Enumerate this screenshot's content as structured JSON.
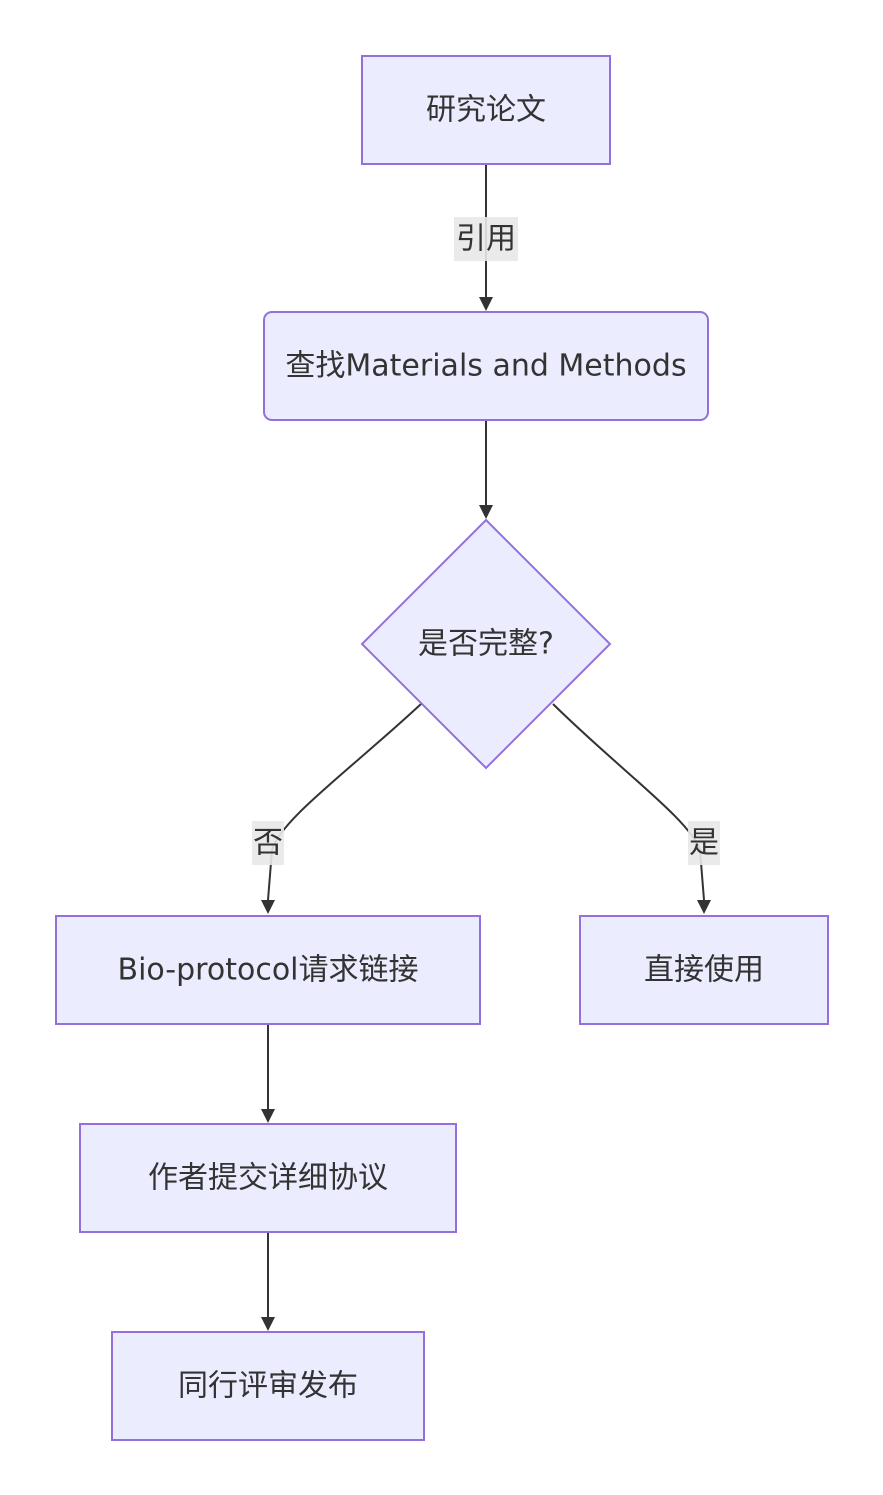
{
  "diagram": {
    "nodes": {
      "paper": "研究论文",
      "find_methods": "查找Materials and Methods",
      "decision": "是否完整?",
      "bio_protocol": "Bio-protocol请求链接",
      "direct_use": "直接使用",
      "author_submit": "作者提交详细协议",
      "peer_review": "同行评审发布"
    },
    "edges": {
      "cite": "引用",
      "no": "否",
      "yes": "是"
    },
    "colors": {
      "node_fill": "#ECECFF",
      "node_stroke": "#9370DB",
      "edge": "#333333",
      "label_bg": "#e8e8e8"
    }
  }
}
